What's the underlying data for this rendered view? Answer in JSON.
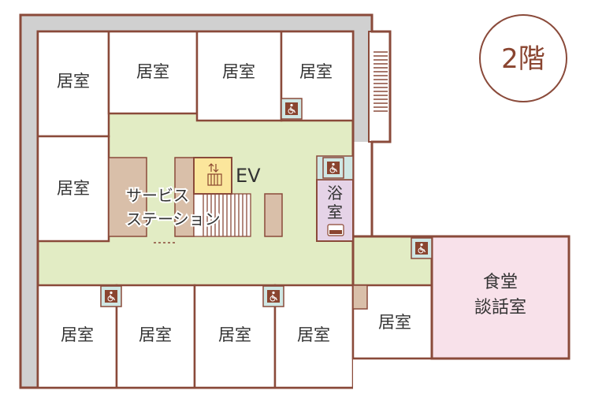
{
  "floor": {
    "label": "2階"
  },
  "rooms": {
    "top_row": [
      "居室",
      "居室",
      "居室",
      "居室"
    ],
    "left_column": [
      "居室",
      "居室"
    ],
    "bottom_row": [
      "居室",
      "居室",
      "居室",
      "居室"
    ],
    "right_room": "居室"
  },
  "elevator": {
    "label": "EV",
    "icon": "elevator-arrows-icon"
  },
  "service_station": {
    "line1": "サービス",
    "line2": "ステーション"
  },
  "bath": {
    "label": "浴室",
    "icon": "bathtub-icon"
  },
  "dining": {
    "line1": "食堂",
    "line2": "談話室"
  },
  "accessible_toilet": {
    "icon": "wheelchair-icon",
    "count": 5
  },
  "colors": {
    "wall": "#8a4a3a",
    "wall_gray": "#d0d0d0",
    "corridor": "#e2ecc4",
    "service": "#d9bfa9",
    "elevator": "#fbe69c",
    "bath": "#e5d3e7",
    "dining": "#f8e1ea",
    "toilet_bg": "#cfe7e4",
    "toilet_icon": "#8a4530"
  }
}
